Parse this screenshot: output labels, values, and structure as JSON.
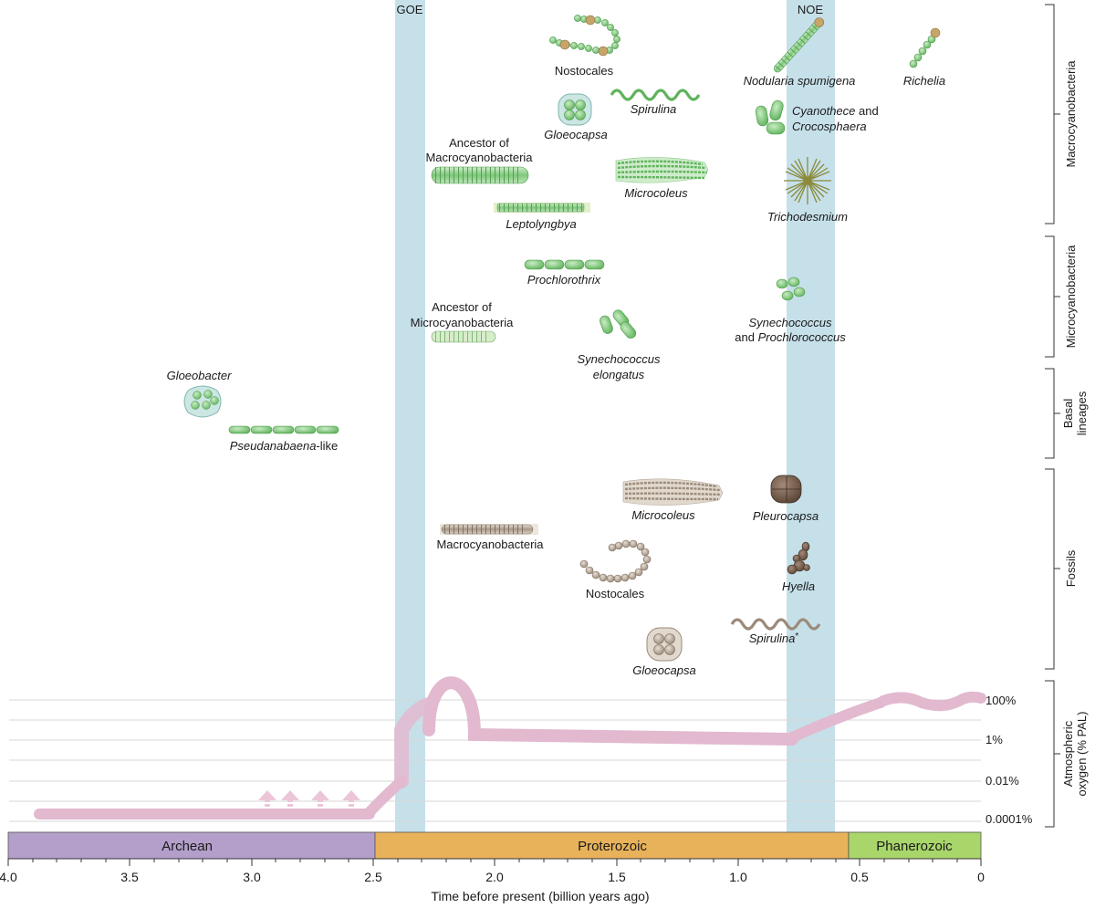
{
  "events": {
    "goe": "GOE",
    "noe": "NOE"
  },
  "taxa": {
    "nostocales_living": "Nostocales",
    "nodularia": "Nodularia spumigena",
    "richelia": "Richelia",
    "spirulina_living": "Spirulina",
    "gloeocapsa_living": "Gloeocapsa",
    "cyanothece_a": "Cyanothece",
    "cyanothece_b": " and",
    "cyanothece_c": "Crocosphaera",
    "anc_macro_1": "Ancestor of",
    "anc_macro_2": "Macrocyanobacteria",
    "microcoleus_living": "Microcoleus",
    "leptolyngbya": "Leptolyngbya",
    "trichodesmium": "Trichodesmium",
    "prochlorothrix": "Prochlorothrix",
    "anc_micro_1": "Ancestor of",
    "anc_micro_2": "Microcyanobacteria",
    "syn_prochl_1": "Synechococcus",
    "syn_prochl_2": "and ",
    "syn_prochl_3": "Prochlorococcus",
    "syn_elong_1": "Synechococcus",
    "syn_elong_2": "elongatus",
    "gloeobacter": "Gloeobacter",
    "pseudanabaena_a": "Pseudanabaena",
    "pseudanabaena_b": "-like",
    "microcoleus_fossil": "Microcoleus",
    "pleurocapsa": "Pleurocapsa",
    "macro_fossil": "Macrocyanobacteria",
    "nostocales_fossil": "Nostocales",
    "hyella": "Hyella",
    "spirulina_fossil": "Spirulina",
    "spirulina_star": "*",
    "gloeocapsa_fossil": "Gloeocapsa"
  },
  "groups": {
    "macro": "Macrocyanobacteria",
    "micro": "Microcyanobacteria",
    "basal_1": "Basal",
    "basal_2": "lineages",
    "fossils": "Fossils",
    "oxygen_1": "Atmospheric",
    "oxygen_2": "oxygen (% PAL)"
  },
  "oxygen_scale": [
    "100%",
    "1%",
    "0.01%",
    "0.0001%"
  ],
  "eras": {
    "archean": "Archean",
    "proterozoic": "Proterozoic",
    "phanerozoic": "Phanerozoic"
  },
  "axis": {
    "title": "Time before present  (billion years ago)",
    "ticks": [
      "4.0",
      "3.5",
      "3.0",
      "2.5",
      "2.0",
      "1.5",
      "1.0",
      "0.5",
      "0"
    ]
  },
  "colors": {
    "event_band": "#c6e0ea",
    "oxygen_curve": "#e2b9cf",
    "archean": "#b39fca",
    "proterozoic": "#e8b25a",
    "phanerozoic": "#a8d66a",
    "living_cell": "#86c983",
    "fossil_cell": "#b5a899"
  }
}
